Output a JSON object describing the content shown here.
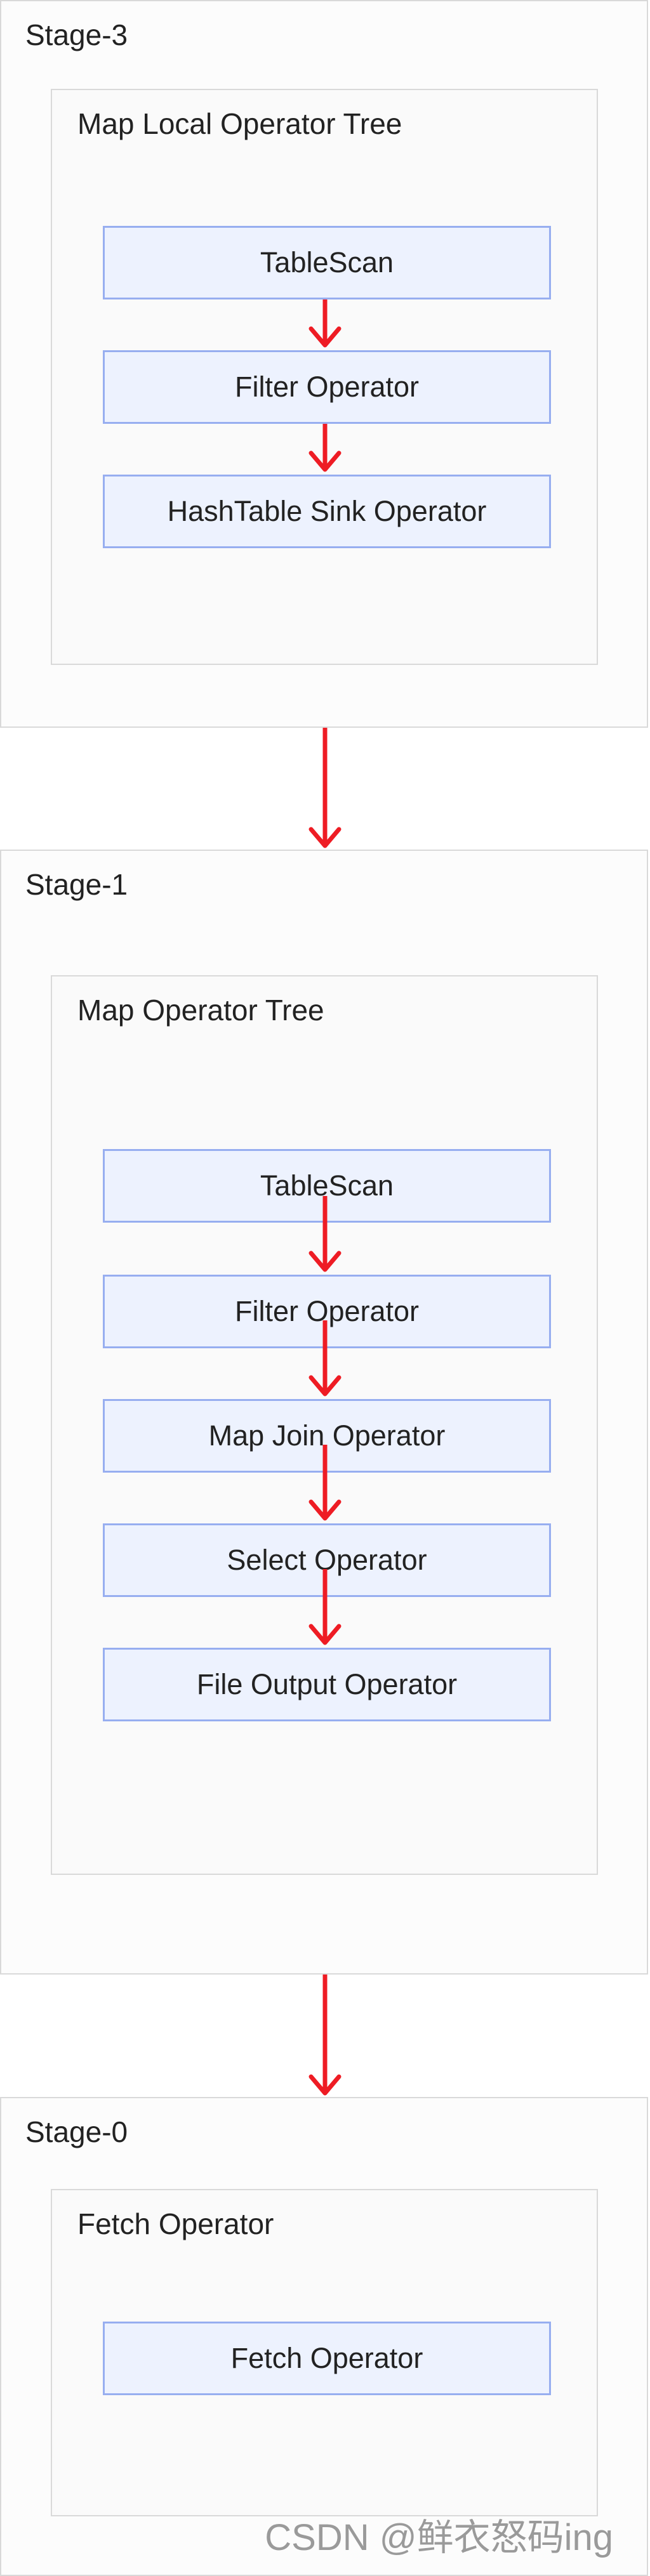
{
  "stages": [
    {
      "title": "Stage-3",
      "tree_title": "Map Local Operator Tree",
      "operators": [
        "TableScan",
        "Filter Operator",
        "HashTable Sink Operator"
      ]
    },
    {
      "title": "Stage-1",
      "tree_title": "Map Operator Tree",
      "operators": [
        "TableScan",
        "Filter Operator",
        "Map Join Operator",
        "Select Operator",
        "File Output Operator"
      ]
    },
    {
      "title": "Stage-0",
      "tree_title": "Fetch Operator",
      "operators": [
        "Fetch Operator"
      ]
    }
  ],
  "watermark": "CSDN @鲜衣怒码ing",
  "colors": {
    "arrow": "#ee1c24",
    "operator_fill": "#edf2fe",
    "operator_border": "#97aef0",
    "panel_border": "#d9d9d9"
  }
}
